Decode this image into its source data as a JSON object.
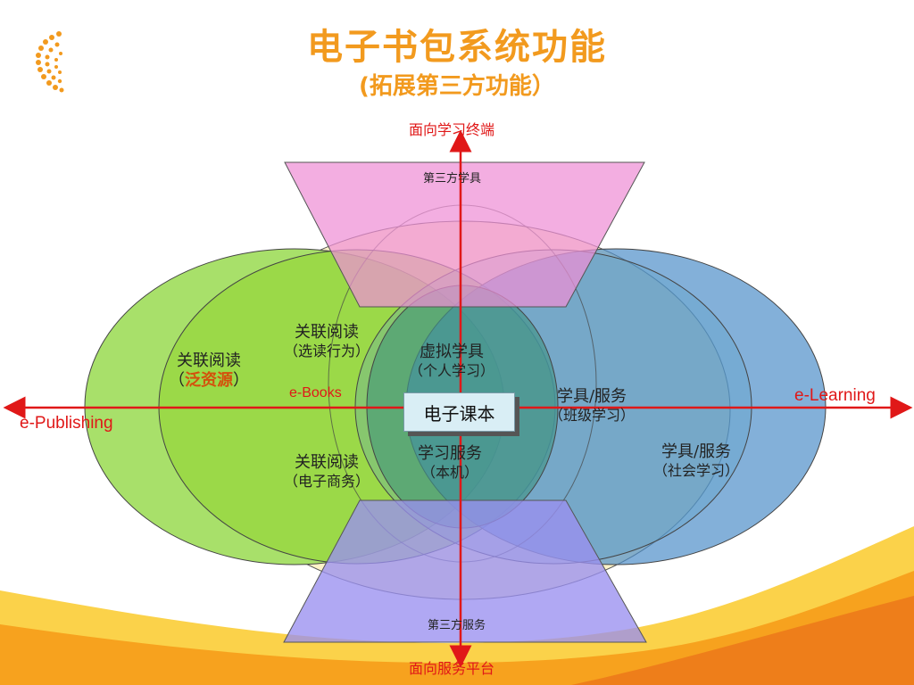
{
  "title": {
    "main": "电子书包系统功能",
    "sub": "(拓展第三方功能）"
  },
  "axes": {
    "top": "面向学习终端",
    "bottom": "面向服务平台",
    "left": "e-Publishing",
    "right": "e-Learning"
  },
  "shapes": {
    "top_trapezoid": "第三方学具",
    "bottom_trapezoid": "第三方服务"
  },
  "labels": {
    "ebooks": "e-Books",
    "center": "电子课本",
    "outer_left": {
      "line1": "关联阅读",
      "open": "（",
      "highlight": "泛资源",
      "close": "）"
    },
    "inner_left_top": {
      "line1": "关联阅读",
      "line2": "（选读行为）"
    },
    "inner_left_bottom": {
      "line1": "关联阅读",
      "line2": "（电子商务）"
    },
    "center_top": {
      "line1": "虚拟学具",
      "line2": "（个人学习）"
    },
    "center_bottom": {
      "line1": "学习服务",
      "line2": "（本机）"
    },
    "inner_right": {
      "line1": "学具/服务",
      "line2": "（班级学习）"
    },
    "outer_right": {
      "line1": "学具/服务",
      "line2": "（社会学习）"
    }
  },
  "colors": {
    "title": "#f29a1e",
    "axis": "#e01818",
    "green": "#8fd42c",
    "blue": "#4f8fc9",
    "pink": "#ee8fd6",
    "purple": "#9a8ff0",
    "cream": "#fdf3c8"
  }
}
